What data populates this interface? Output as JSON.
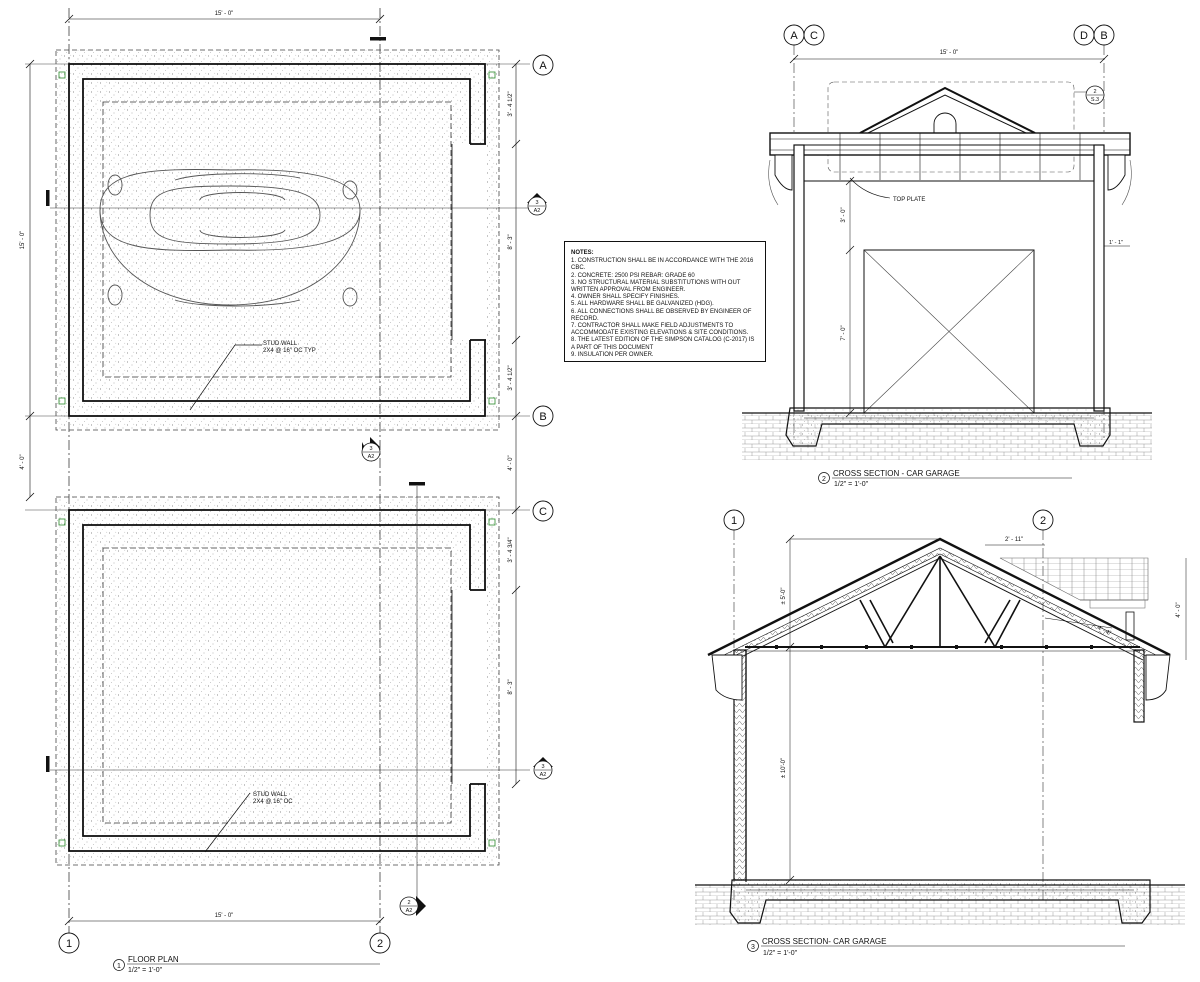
{
  "sheet": {
    "floor_plan": {
      "title": "FLOOR PLAN",
      "view_num": "1",
      "scale": "1/2\" = 1'-0\"",
      "dim_top": "15' - 0\"",
      "dim_bottom": "15' - 0\"",
      "dim_left_upper": "15' - 0\"",
      "dim_left_gap": "4' - 0\"",
      "dims_right": [
        "3' - 4 1/2\"",
        "8' - 3\"",
        "3' - 4 1/2\"",
        "4' - 0\"",
        "3' - 4 3/4\"",
        "8' - 3\""
      ],
      "grid_bubbles": [
        "A",
        "B",
        "C",
        "1",
        "2"
      ],
      "stud_wall_upper": [
        "STUD WALL",
        "2X4 @ 16\" OC TYP"
      ],
      "stud_wall_lower": [
        "STUD WALL",
        "2X4 @ 16\" OC"
      ],
      "section_markers": [
        {
          "num": "3",
          "sheet": "A2"
        },
        {
          "num": "3",
          "sheet": "A2"
        },
        {
          "num": "3",
          "sheet": "A2"
        },
        {
          "num": "2",
          "sheet": "A2"
        }
      ]
    },
    "notes": {
      "heading": "NOTES:",
      "lines": [
        "1. CONSTRUCTION SHALL BE IN ACCORDANCE WITH THE 2016 CBC.",
        "2. CONCRETE: 2500 PSI REBAR: GRADE 60",
        "3. NO STRUCTURAL MATERIAL SUBSTITUTIONS WITH OUT WRITTEN APPROVAL FROM ENGINEER.",
        "4. OWNER SHALL SPECIFY FINISHES.",
        "5. ALL HARDWARE SHALL BE GALVANIZED (HDG).",
        "6. ALL CONNECTIONS SHALL BE OBSERVED BY ENGINEER OF RECORD.",
        "7. CONTRACTOR SHALL MAKE FIELD ADJUSTMENTS TO ACCOMMODATE EXISTING ELEVATIONS & SITE CONDITIONS.",
        "8. THE LATEST EDITION OF THE SIMPSON CATALOG (C-2017) IS A PART OF THIS DOCUMENT",
        "9. INSULATION PER OWNER."
      ]
    },
    "section2": {
      "title": "CROSS SECTION - CAR GARAGE",
      "view_num": "2",
      "scale": "1/2\" = 1'-0\"",
      "grid_bubbles": [
        "A",
        "C",
        "D",
        "B"
      ],
      "dim_top": "15' - 0\"",
      "detail_num": "2",
      "detail_sheet": "S.3",
      "top_plate": "TOP PLATE",
      "dim_upper": "3' - 0\"",
      "dim_door": "7' - 0\"",
      "dim_overhang": "1' - 1\""
    },
    "section3": {
      "title": "CROSS SECTION- CAR GARAGE",
      "view_num": "3",
      "scale": "1/2\" = 1'-0\"",
      "grid_bubbles": [
        "1",
        "2"
      ],
      "dim_ridge": "± 5'-0\"",
      "dim_wall": "± 10'-0\"",
      "dim_eave": "2' - 11\"",
      "dim_right": "4' - 0\"",
      "dim_small": "4' - 4\""
    }
  }
}
